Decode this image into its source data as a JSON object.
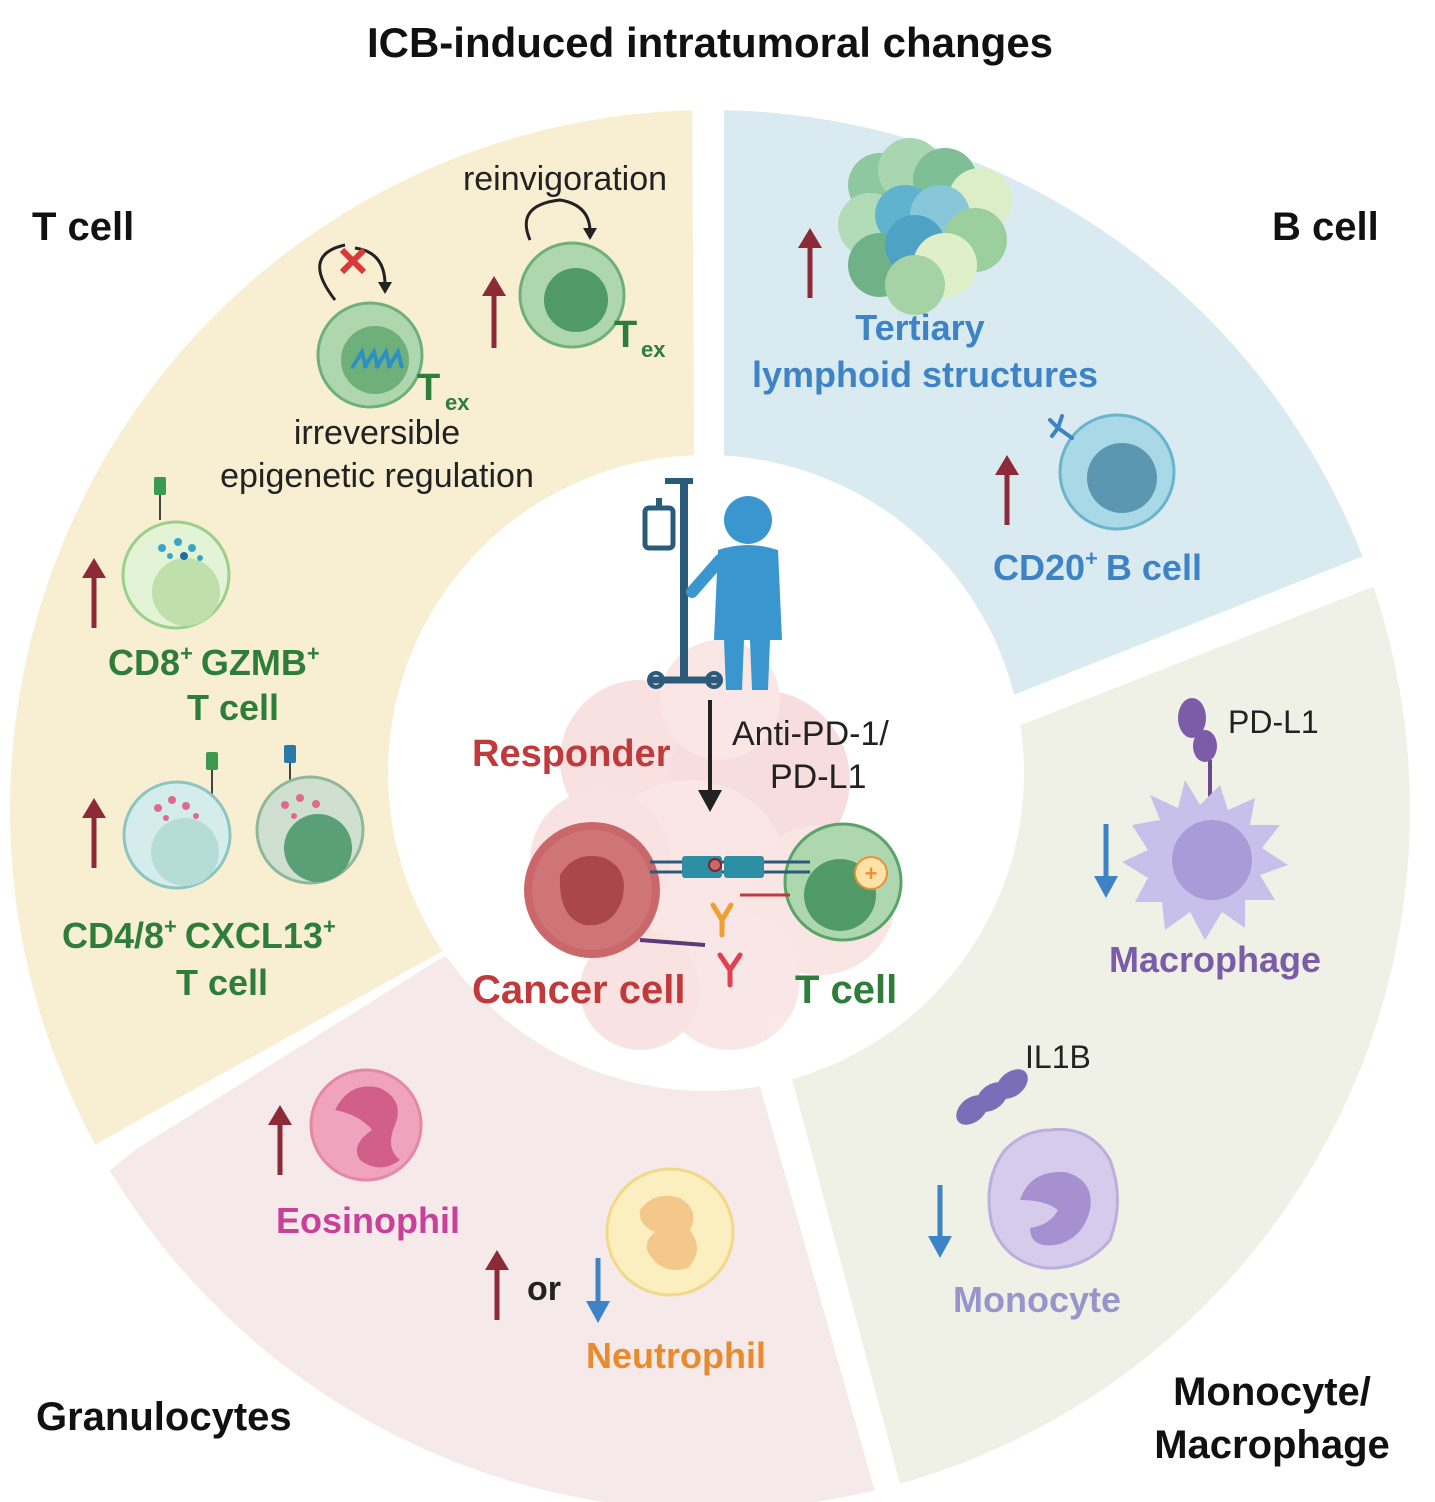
{
  "title": "ICB-induced intratumoral changes",
  "colors": {
    "t_cell_bg": "#f8efd2",
    "b_cell_bg": "#d9ebf0",
    "mono_bg": "#eff1e6",
    "gran_bg": "#f6e9e9",
    "up_arrow": "#8c2b37",
    "down_arrow": "#3e83c6",
    "green_text": "#2e7d3a",
    "blue_text": "#3e83c6",
    "purple_text": "#7c5ca8",
    "lavender_text": "#9b93cc",
    "pink_text": "#c9409a",
    "orange_text": "#e88a2e",
    "red_text": "#c0393b"
  },
  "sectors": {
    "t_cell": {
      "label": "T cell",
      "reinvigoration": "reinvigoration",
      "tex": "T",
      "tex_sub": "ex",
      "irreversible_1": "irreversible",
      "irreversible_2": "epigenetic regulation",
      "cd8_line1_a": "CD8",
      "cd8_line1_b": "GZMB",
      "cd8_line2": "T cell",
      "cd48_line1_a": "CD4/8",
      "cd48_line1_b": "CXCL13",
      "cd48_line2": "T cell",
      "superscript": "+"
    },
    "b_cell": {
      "label": "B cell",
      "tls_1": "Tertiary",
      "tls_2": "lymphoid structures",
      "cd20_a": "CD20",
      "cd20_b": "B cell",
      "superscript": "+"
    },
    "mono": {
      "label_1": "Monocyte/",
      "label_2": "Macrophage",
      "pdl1": "PD-L1",
      "macrophage": "Macrophage",
      "il1b": "IL1B",
      "monocyte": "Monocyte"
    },
    "gran": {
      "label": "Granulocytes",
      "eosinophil": "Eosinophil",
      "or": "or",
      "neutrophil": "Neutrophil"
    },
    "center": {
      "responder": "Responder",
      "drug_1": "Anti-PD-1/",
      "drug_2": "PD-L1",
      "cancer_cell": "Cancer cell",
      "t_cell": "T cell"
    }
  }
}
